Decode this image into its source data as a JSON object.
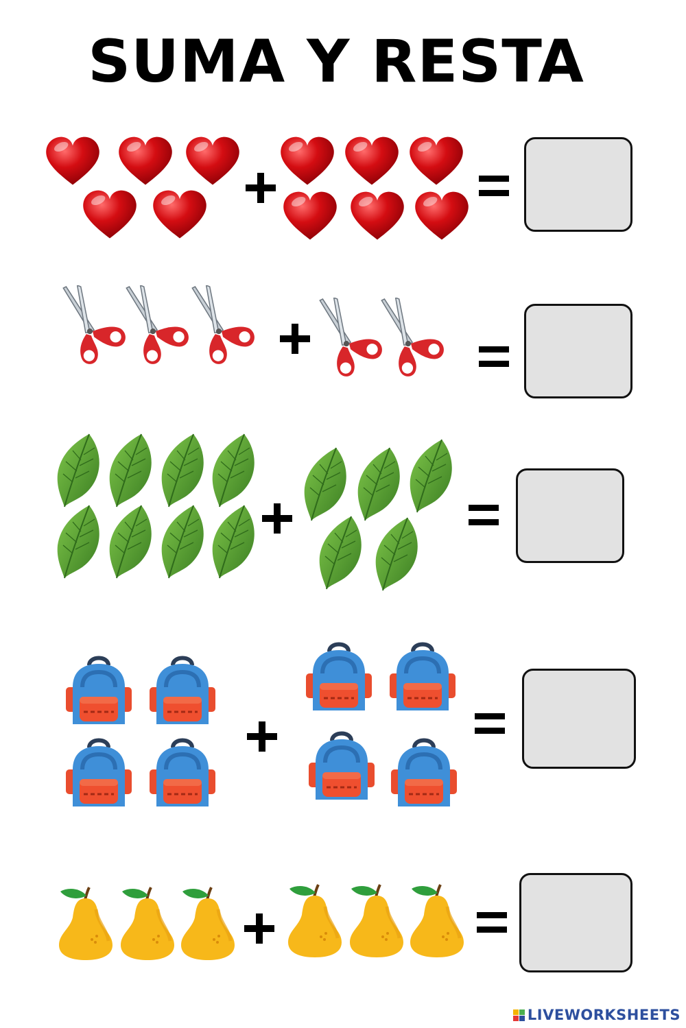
{
  "title": "SUMA Y RESTA",
  "problems": [
    {
      "item": "heart-icon",
      "left_count": 5,
      "right_count": 6
    },
    {
      "item": "scissors-icon",
      "left_count": 3,
      "right_count": 2
    },
    {
      "item": "leaf-icon",
      "left_count": 8,
      "right_count": 5
    },
    {
      "item": "backpack-icon",
      "left_count": 4,
      "right_count": 4
    },
    {
      "item": "pear-icon",
      "left_count": 3,
      "right_count": 3
    }
  ],
  "footer": {
    "logo_text": "LIVEWORKSHEETS"
  },
  "colors": {
    "heart": "#d40d12",
    "scissors": "#d8262a",
    "leaf": "#4e9a2f",
    "backpack": "#3f8fd8",
    "pear": "#f7b81a",
    "answer_box": "#e2e2e2",
    "logo": "#2d4f9e"
  }
}
